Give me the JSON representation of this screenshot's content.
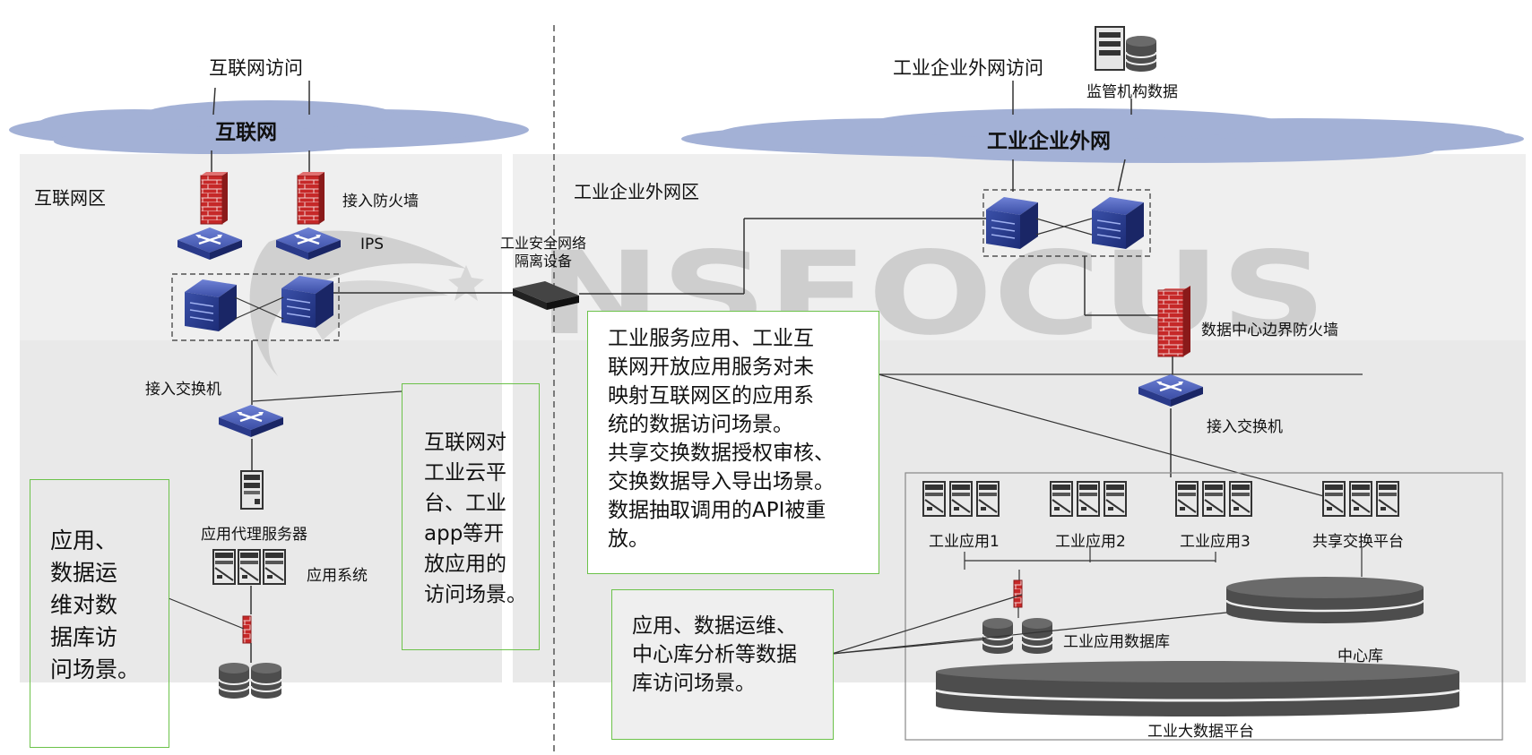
{
  "left": {
    "internet_access": "互联网访问",
    "cloud": "互联网",
    "zone": "互联网区",
    "firewall": "接入防火墙",
    "ips": "IPS",
    "access_switch": "接入交换机",
    "proxy_server": "应用代理服务器",
    "app_system": "应用系统"
  },
  "middle": {
    "isolation_device": [
      "工业安全网络",
      "隔离设备"
    ]
  },
  "right": {
    "external_access": "工业企业外网访问",
    "regulator_data": "监管机构数据",
    "cloud": "工业企业外网",
    "zone": "工业企业外网区",
    "dc_firewall": "数据中心边界防火墙",
    "access_switch": "接入交换机",
    "apps": [
      "工业应用1",
      "工业应用2",
      "工业应用3"
    ],
    "share_platform": "共享交换平台",
    "app_db": "工业应用数据库",
    "central_db": "中心库",
    "bigdata_platform": "工业大数据平台"
  },
  "callouts": {
    "left_db": [
      "应用、",
      "数据运",
      "维对数",
      "据库访",
      "问场景。"
    ],
    "internet_cloud": [
      "互联网对",
      "工业云平",
      "台、工业",
      "app等开",
      "放应用的",
      "访问场景。"
    ],
    "industrial_service": [
      "工业服务应用、工业互",
      "联网开放应用服务对未",
      "映射互联网区的应用系",
      "统的数据访问场景。",
      "共享交换数据授权审核、",
      "交换数据导入导出场景。",
      "数据抽取调用的API被重",
      "放。"
    ],
    "right_db": [
      "应用、数据运维、",
      "中心库分析等数据",
      "库访问场景。"
    ]
  },
  "watermark": "NSFOCUS",
  "colors": {
    "cloud": "#a3b1d6",
    "zone_bg": "#efefef",
    "callout_border": "#6cc24a",
    "device_blue": "#2c3f8f",
    "firewall_red": "#c62828"
  }
}
